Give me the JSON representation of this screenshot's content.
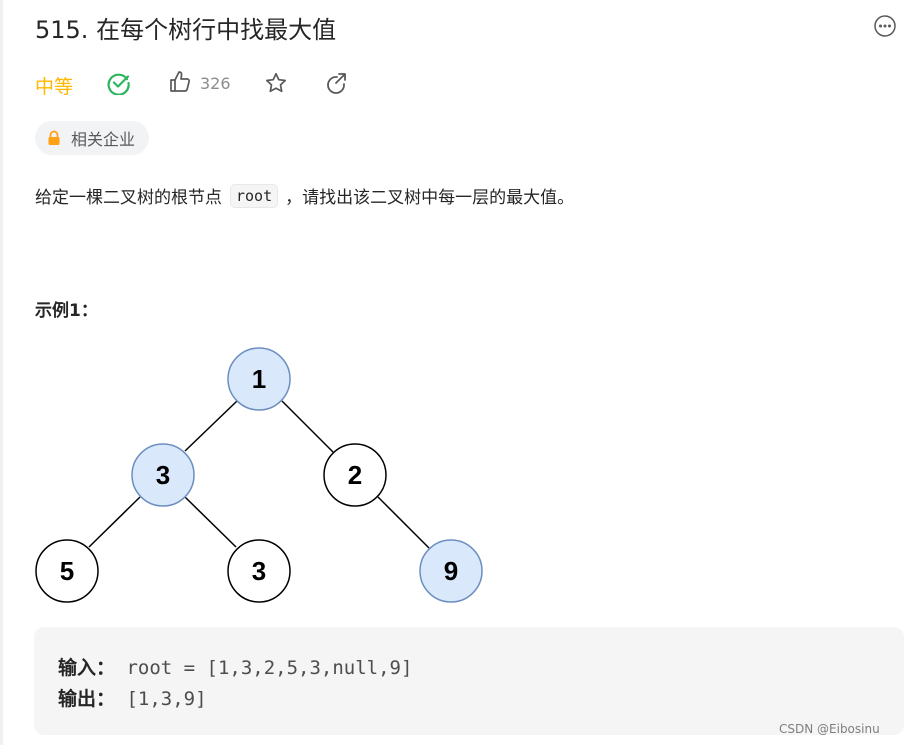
{
  "problem": {
    "title": "515. 在每个树行中找最大值",
    "difficulty": "中等",
    "likes": "326",
    "tag_label": "相关企业",
    "description_before": "给定一棵二叉树的根节点",
    "description_code": "root",
    "description_after": "，请找出该二叉树中每一层的最大值。"
  },
  "example": {
    "title": "示例1：",
    "input_label": "输入：",
    "input_value": " root = [1,3,2,5,3,null,9]",
    "output_label": "输出：",
    "output_value": " [1,3,9]"
  },
  "tree": {
    "highlight_color": "#dae8fc",
    "highlight_border": "#6c8ebf",
    "nodes": [
      {
        "label": "1",
        "highlighted": true
      },
      {
        "label": "3",
        "highlighted": true
      },
      {
        "label": "2",
        "highlighted": false
      },
      {
        "label": "5",
        "highlighted": false
      },
      {
        "label": "3",
        "highlighted": false
      },
      {
        "label": "9",
        "highlighted": true
      }
    ]
  },
  "colors": {
    "difficulty": "#ffb800",
    "solved": "#2db55d",
    "lock": "#ffa116"
  },
  "watermark": "CSDN @Eibosinu"
}
